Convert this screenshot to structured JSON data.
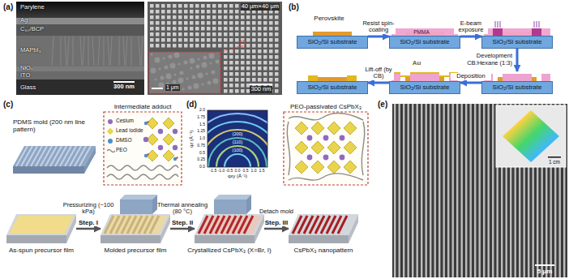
{
  "diagram": {
    "nodes": [
      {
        "text": [
          "SiO₂/Si substrate"
        ]
      },
      {
        "text": [
          "SiO₂/Si substrate"
        ]
      },
      {
        "text": [
          "SiO₂/Si substrate"
        ]
      },
      {
        "text": [
          "SiO₂/Si substrate"
        ]
      },
      {
        "text": [
          "SiO₂/Si substrate"
        ]
      },
      {
        "text": [
          "SiO₂/Si substrate"
        ]
      },
      {
        "text": [
          "As-spun precursor film"
        ]
      },
      {
        "text": [
          "Molded precursor film"
        ]
      },
      {
        "text": [
          "Crystallized CsPbX₃ (X=Br, I)"
        ]
      },
      {
        "text": [
          "CsPbX₃ nanopattern"
        ]
      }
    ],
    "edges": [
      {
        "from": 0,
        "to": 1,
        "arrow": "to",
        "label": "Resist spin-coating"
      },
      {
        "from": 1,
        "to": 2,
        "arrow": "to",
        "label": "E-beam exposure"
      },
      {
        "from": 2,
        "to": 3,
        "arrow": "to",
        "label": "Development CB:Hexane (1:3)"
      },
      {
        "from": 3,
        "to": 4,
        "arrow": "to",
        "label": "Deposition"
      },
      {
        "from": 4,
        "to": 5,
        "arrow": "to",
        "label": "Lift-off (by CB)"
      },
      {
        "from": 6,
        "to": 7,
        "arrow": "to",
        "label": "Step. I"
      },
      {
        "from": 7,
        "to": 8,
        "arrow": "to",
        "label": "Step. II"
      },
      {
        "from": 8,
        "to": 9,
        "arrow": "to",
        "label": "Step. III"
      }
    ],
    "labels": [
      "(a)",
      "Parylene",
      "Ag",
      "C₆₀/BCP",
      "MAPbI₃",
      "NiOₓ",
      "ITO",
      "Glass",
      "300 nm",
      "40 μm×40 μm",
      "1 μm",
      "300 nm",
      "(b)",
      "Perovskite",
      "PMMA",
      "Au",
      "(c)",
      "PDMS mold (200 nm line pattern)",
      "Intermediate adduct",
      "Pressurizing (~100 kPa)",
      "Thermal annealing (80 °C)",
      "Detach mold",
      "PEO-passivated CsPbX₃",
      "(d)",
      "qz (Å⁻¹)",
      "qxy (Å⁻¹)",
      "2.0",
      "1.75",
      "1.5",
      "1.25",
      "1.0",
      "0.75",
      "0.5",
      "0.25",
      "0.0",
      "-1.5",
      "-1.0",
      "-0.5",
      "0.0",
      "0.5",
      "1.0",
      "1.5",
      "(200)",
      "(110)",
      "(100)",
      "(e)",
      "1 cm",
      "5 μm"
    ],
    "legend": [
      {
        "text": "Cesium",
        "color": "#8e6bbf"
      },
      {
        "text": "Lead iodide",
        "color": "#e8d44d"
      },
      {
        "text": "DMSO",
        "color": "#4a90c8"
      },
      {
        "text": "PEO"
      }
    ]
  }
}
